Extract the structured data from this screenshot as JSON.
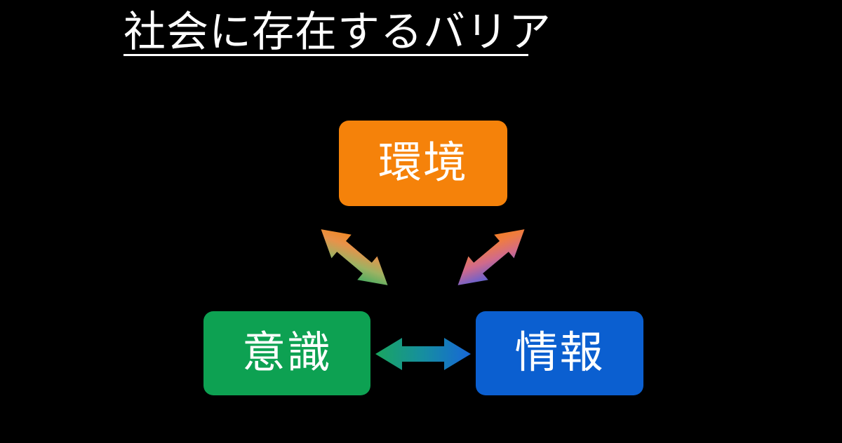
{
  "slide": {
    "background_color": "#000000",
    "title": "社会に存在するバリア",
    "title_color": "#ffffff",
    "underlined": true
  },
  "diagram": {
    "type": "triangle-cycle",
    "nodes": [
      {
        "id": "environment",
        "label": "環境",
        "color": "#F5820A",
        "text_color": "#ffffff",
        "position": "top"
      },
      {
        "id": "awareness",
        "label": "意識",
        "color": "#0DA152",
        "text_color": "#ffffff",
        "position": "bottom-left"
      },
      {
        "id": "information",
        "label": "情報",
        "color": "#0B5FD0",
        "text_color": "#ffffff",
        "position": "bottom-right"
      }
    ],
    "connections": [
      {
        "id": "environment-awareness",
        "from": "environment",
        "to": "awareness",
        "bidirectional": true,
        "gradient_from": "#F5820A",
        "gradient_to": "#18A860"
      },
      {
        "id": "environment-information",
        "from": "environment",
        "to": "information",
        "bidirectional": true,
        "gradient_from": "#F5820A",
        "gradient_to": "#2A6FD6"
      },
      {
        "id": "awareness-information",
        "from": "awareness",
        "to": "information",
        "bidirectional": true,
        "gradient_from": "#18A860",
        "gradient_to": "#1767D8"
      }
    ]
  }
}
